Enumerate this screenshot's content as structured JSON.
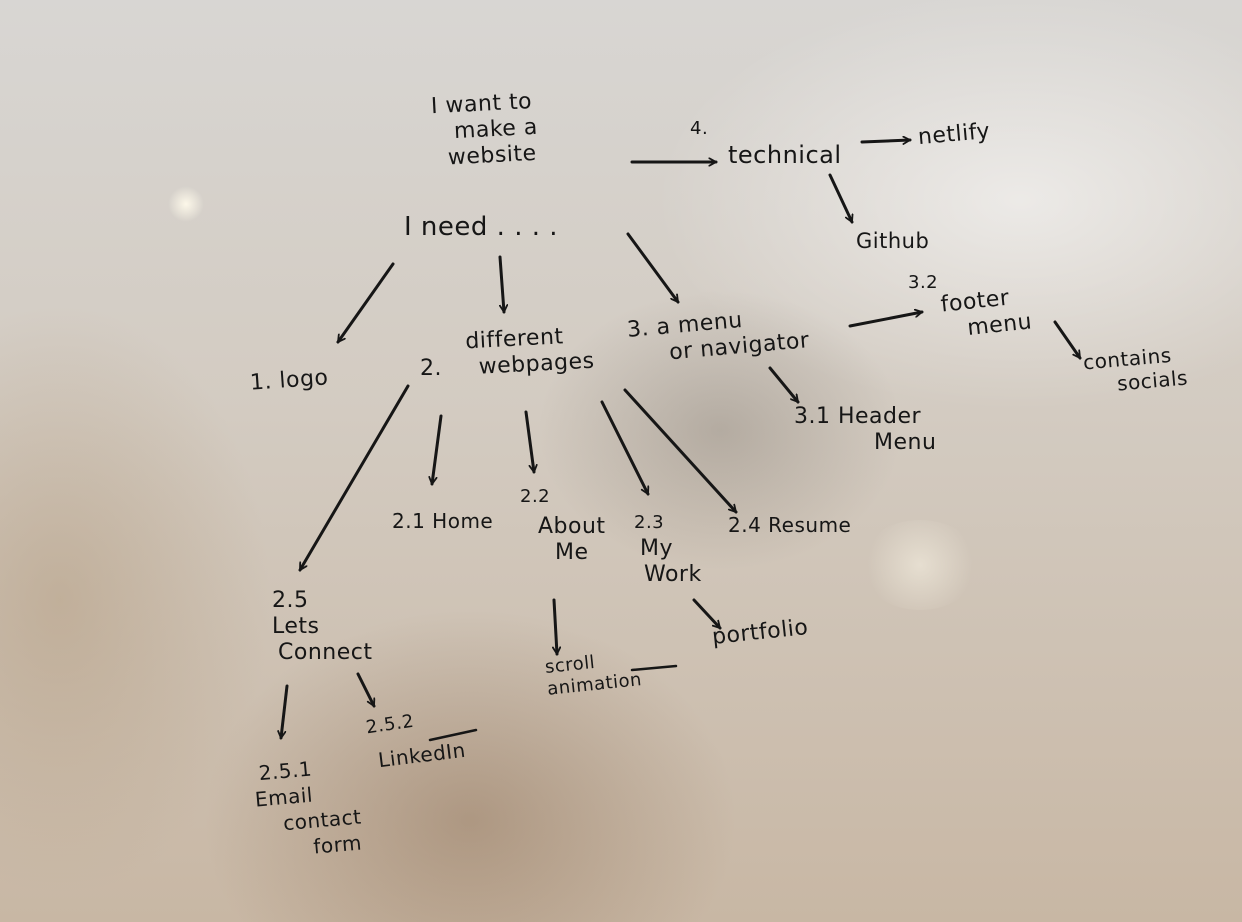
{
  "root": {
    "lines": [
      "I want to",
      "make a",
      "website"
    ]
  },
  "need": "I need . . . .",
  "technical": {
    "num": "4.",
    "label": "technical",
    "netlify": "netlify",
    "github": "Github"
  },
  "logo": "1. logo",
  "webpages": {
    "num": "2.",
    "lines": [
      "different",
      "webpages"
    ]
  },
  "menu": {
    "lines": [
      "3. a menu",
      "or navigator"
    ]
  },
  "header_menu": {
    "lines": [
      "3.1 Header",
      "Menu"
    ]
  },
  "footer_menu": {
    "num": "3.2",
    "lines": [
      "footer",
      "menu"
    ]
  },
  "socials": {
    "lines": [
      "contains",
      "socials"
    ]
  },
  "home": "2.1 Home",
  "about": {
    "num": "2.2",
    "lines": [
      "About",
      "Me"
    ]
  },
  "scroll": {
    "lines": [
      "scroll",
      "animation"
    ]
  },
  "work": {
    "num": "2.3",
    "lines": [
      "My",
      "Work"
    ]
  },
  "portfolio": "portfolio",
  "resume": "2.4 Resume",
  "connect": {
    "lines": [
      "2.5",
      "Lets",
      "Connect"
    ]
  },
  "email": {
    "lines": [
      "2.5.1",
      "Email",
      "contact",
      "form"
    ]
  },
  "linkedin": {
    "num": "2.5.2",
    "label": "LinkedIn"
  },
  "ink_color": "#161616"
}
